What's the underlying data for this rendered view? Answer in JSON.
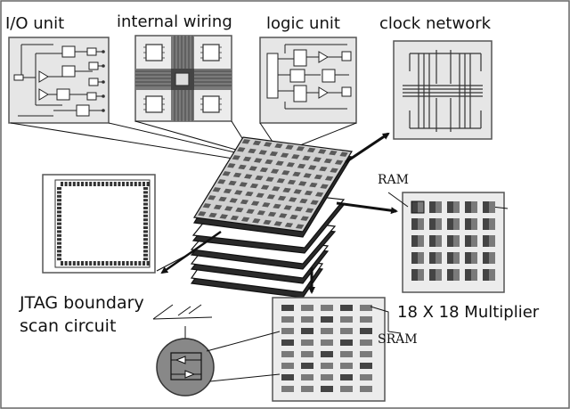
{
  "labels": {
    "io_unit": "I/O unit",
    "internal_wiring": "internal wiring",
    "logic_unit": "logic unit",
    "clock_network": "clock network",
    "ram": "RAM",
    "jtag_line1": "JTAG boundary",
    "jtag_line2": "scan circuit",
    "multiplier": "18 X 18 Multiplier",
    "sram": "SRAM"
  },
  "colors": {
    "ink": "#111111",
    "panel_fill": "#e6e6e6",
    "dark_block": "#444444",
    "mid_block": "#7a7a7a",
    "light_block": "#bdbdbd",
    "chip_fill": "#d0d0d0",
    "chip_cell": "#5a5a5a",
    "border": "#555555"
  }
}
